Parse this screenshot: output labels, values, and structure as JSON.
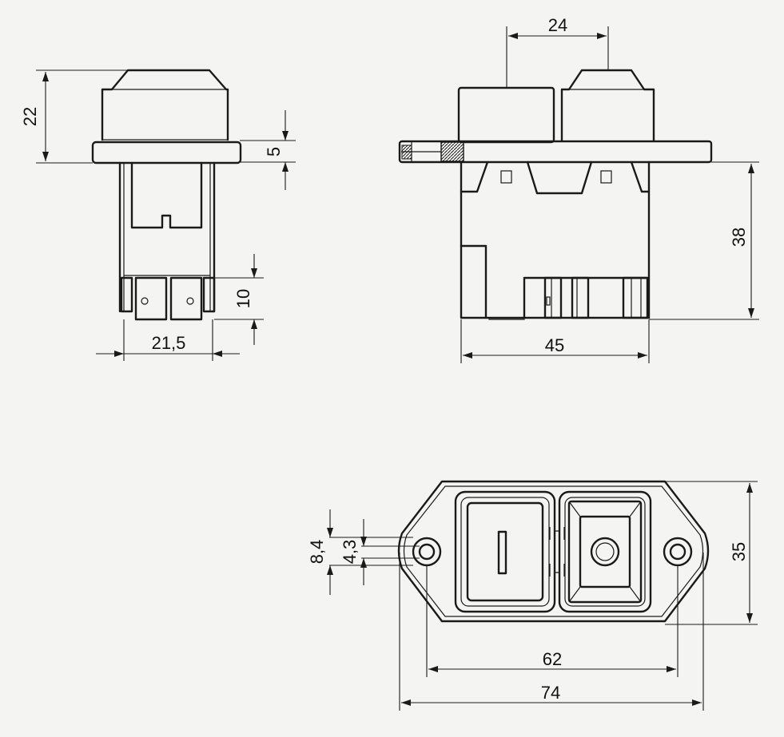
{
  "drawing": {
    "dimensions": {
      "side_height": "22",
      "flange_thickness": "5",
      "terminal_length": "10",
      "side_width": "21,5",
      "button_width": "24",
      "body_height": "38",
      "body_width": "45",
      "hole_outer": "8,4",
      "hole_inner": "4,3",
      "plate_height": "35",
      "hole_spacing": "62",
      "plate_width": "74"
    }
  }
}
